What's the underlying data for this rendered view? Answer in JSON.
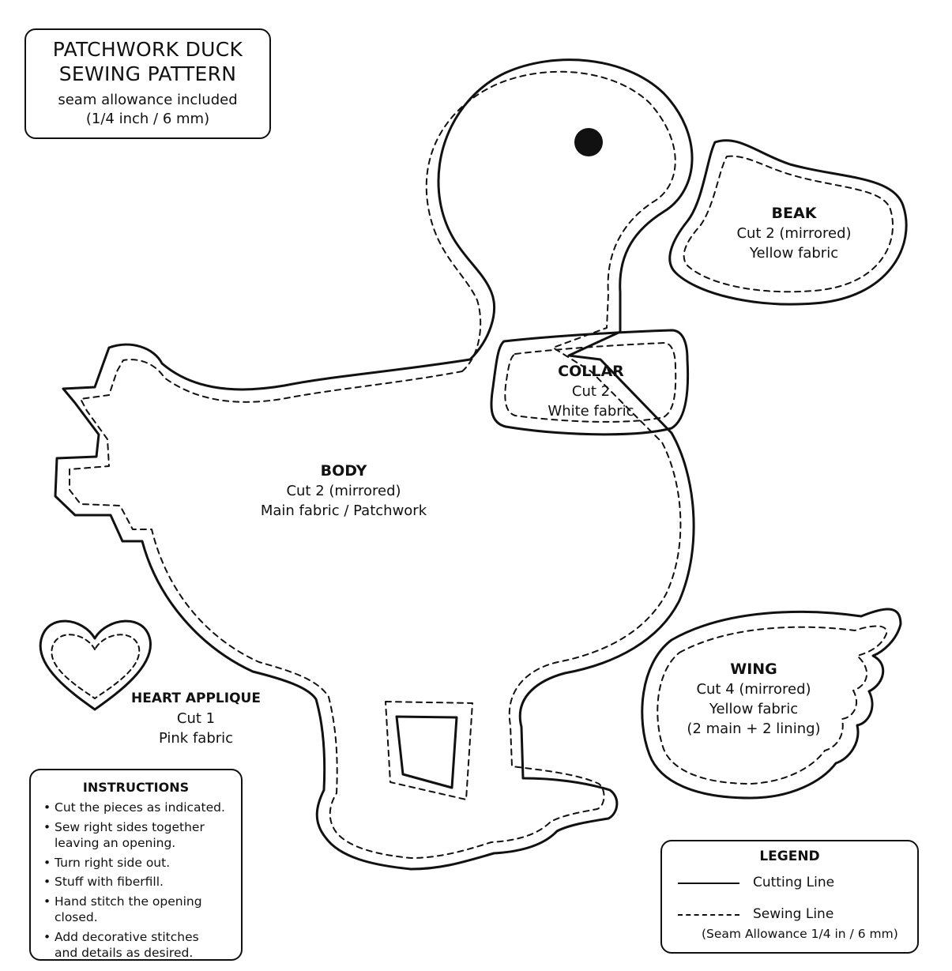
{
  "title": {
    "line1": "PATCHWORK DUCK",
    "line2": "SEWING PATTERN",
    "line3": "seam allowance included",
    "line4": "(1/4 inch / 6 mm)"
  },
  "pieces": {
    "beak": {
      "name": "BEAK",
      "cut": "Cut 2 (mirrored)",
      "fabric": "Yellow fabric"
    },
    "collar": {
      "name": "COLLAR",
      "cut": "Cut 2",
      "fabric": "White fabric"
    },
    "body": {
      "name": "BODY",
      "cut": "Cut 2 (mirrored)",
      "fabric": "Main fabric / Patchwork"
    },
    "heart": {
      "name": "HEART APPLIQUE",
      "cut": "Cut 1",
      "fabric": "Pink fabric"
    },
    "wing": {
      "name": "WING",
      "cut": "Cut 4 (mirrored)",
      "fabric": "Yellow fabric",
      "note": "(2 main + 2 lining)"
    }
  },
  "instructions": {
    "title": "INSTRUCTIONS",
    "items": [
      "Cut the pieces as indicated.",
      "Sew right sides together leaving an opening.",
      "Turn right side out.",
      "Stuff with fiberfill.",
      "Hand stitch the opening closed.",
      "Add decorative stitches and details as desired."
    ]
  },
  "legend": {
    "title": "LEGEND",
    "cutting": "Cutting Line",
    "sewing": "Sewing Line",
    "allowance": "(Seam Allowance 1/4 in / 6 mm)"
  },
  "colors": {
    "line": "#111111",
    "background": "#ffffff"
  }
}
